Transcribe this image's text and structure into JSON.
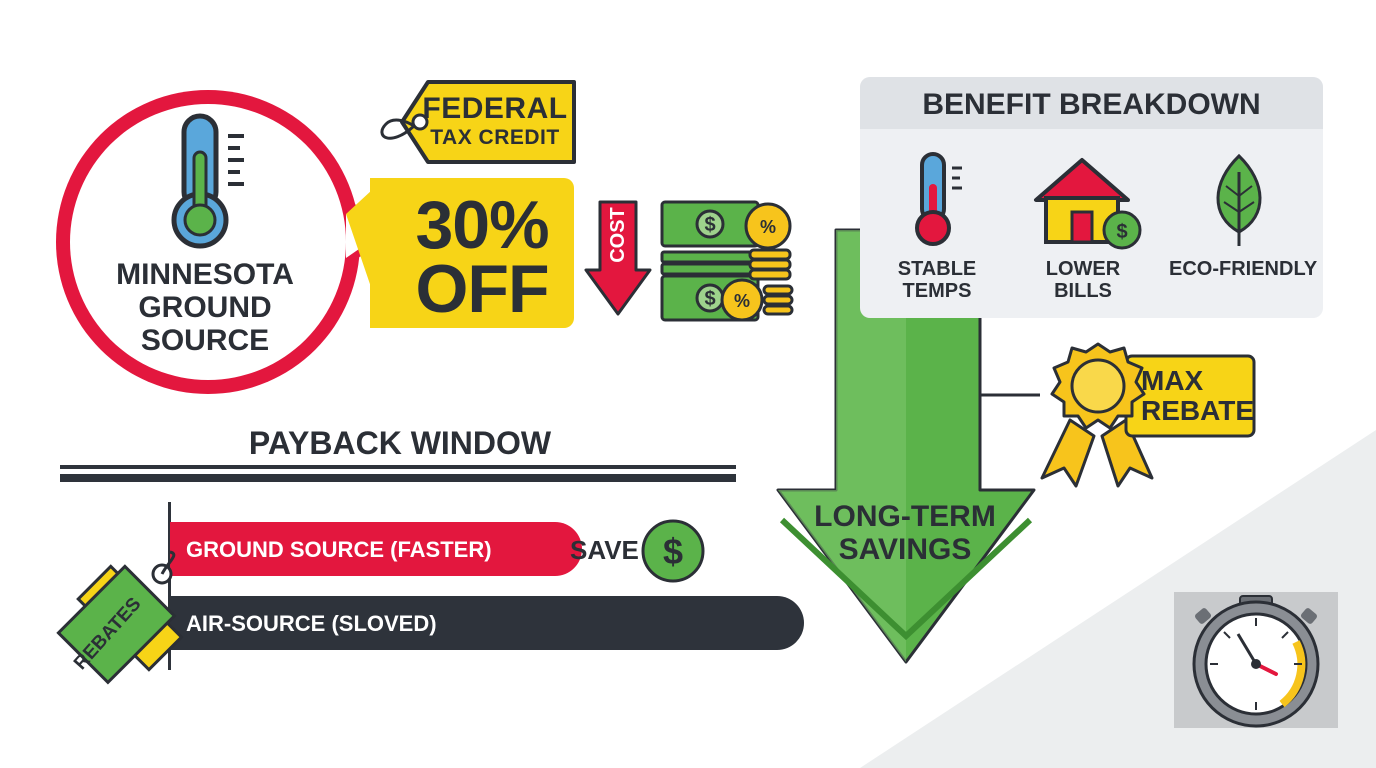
{
  "hero": {
    "title_lines": [
      "MINNESOTA",
      "GROUND",
      "SOURCE"
    ]
  },
  "tax_credit_tag": {
    "line1": "FEDERAL",
    "line2": "TAX CREDIT"
  },
  "discount": {
    "line1": "30%",
    "line2": "OFF"
  },
  "cost_arrow": {
    "label": "COST"
  },
  "benefits": {
    "title": "BENEFIT BREAKDOWN",
    "items": [
      {
        "icon": "thermometer-icon",
        "line1": "STABLE",
        "line2": "TEMPS"
      },
      {
        "icon": "house-dollar-icon",
        "line1": "LOWER",
        "line2": "BILLS"
      },
      {
        "icon": "leaf-icon",
        "line1": "ECO-FRIENDLY",
        "line2": ""
      }
    ]
  },
  "payback": {
    "title": "PAYBACK WINDOW",
    "bars": [
      {
        "label": "GROUND SOURCE (FASTER)",
        "color": "#e3173e",
        "relative_length": 0.65
      },
      {
        "label": "AIR-SOURCE (SLOVED)",
        "color": "#2e333b",
        "relative_length": 1.0
      }
    ],
    "save_label": "SAVE",
    "rebates_tag": "REBATES"
  },
  "long_term": {
    "line1": "LONG-TERM",
    "line2": "SAVINGS"
  },
  "max_rebate": {
    "line1": "MAX",
    "line2": "REBATE"
  },
  "icons": [
    "thermometer-icon",
    "dollar-bills-icon",
    "coin-stack-icon",
    "award-ribbon-icon",
    "stopwatch-icon",
    "dollar-coin-icon",
    "tag-icon"
  ],
  "colors": {
    "red": "#e3173e",
    "yellow": "#f7d417",
    "green": "#5bb34a",
    "dark": "#2e333b",
    "blue": "#5aa7db"
  }
}
